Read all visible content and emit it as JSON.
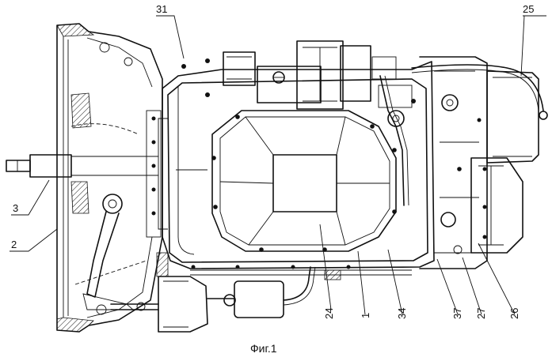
{
  "figure": {
    "caption": "Фиг.1",
    "labels": [
      {
        "id": "31",
        "text": "31"
      },
      {
        "id": "25",
        "text": "25"
      },
      {
        "id": "3",
        "text": "3"
      },
      {
        "id": "2",
        "text": "2"
      },
      {
        "id": "24",
        "text": "24"
      },
      {
        "id": "1",
        "text": "1"
      },
      {
        "id": "34",
        "text": "34"
      },
      {
        "id": "37",
        "text": "37"
      },
      {
        "id": "27",
        "text": "27"
      },
      {
        "id": "26",
        "text": "26"
      }
    ]
  }
}
